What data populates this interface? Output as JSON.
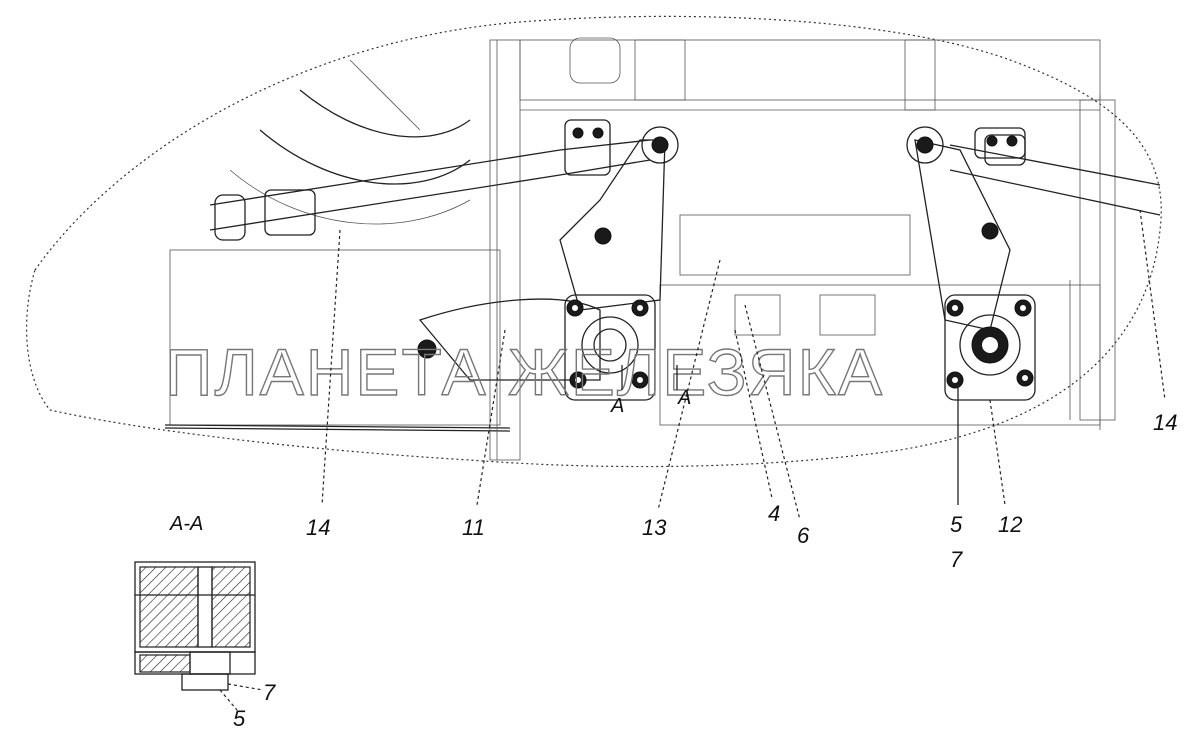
{
  "watermark": "ПЛАНЕТА ЖЕЛЕЗЯКА",
  "section_title": "А-А",
  "section_marks": [
    "А",
    "А"
  ],
  "callouts": [
    {
      "id": "c14a",
      "text": "14"
    },
    {
      "id": "c11",
      "text": "11"
    },
    {
      "id": "c13",
      "text": "13"
    },
    {
      "id": "c4",
      "text": "4"
    },
    {
      "id": "c6",
      "text": "6"
    },
    {
      "id": "c5",
      "text": "5"
    },
    {
      "id": "c7",
      "text": "7"
    },
    {
      "id": "c12",
      "text": "12"
    },
    {
      "id": "c14b",
      "text": "14"
    },
    {
      "id": "c7s",
      "text": "7"
    },
    {
      "id": "c5s",
      "text": "5"
    }
  ]
}
